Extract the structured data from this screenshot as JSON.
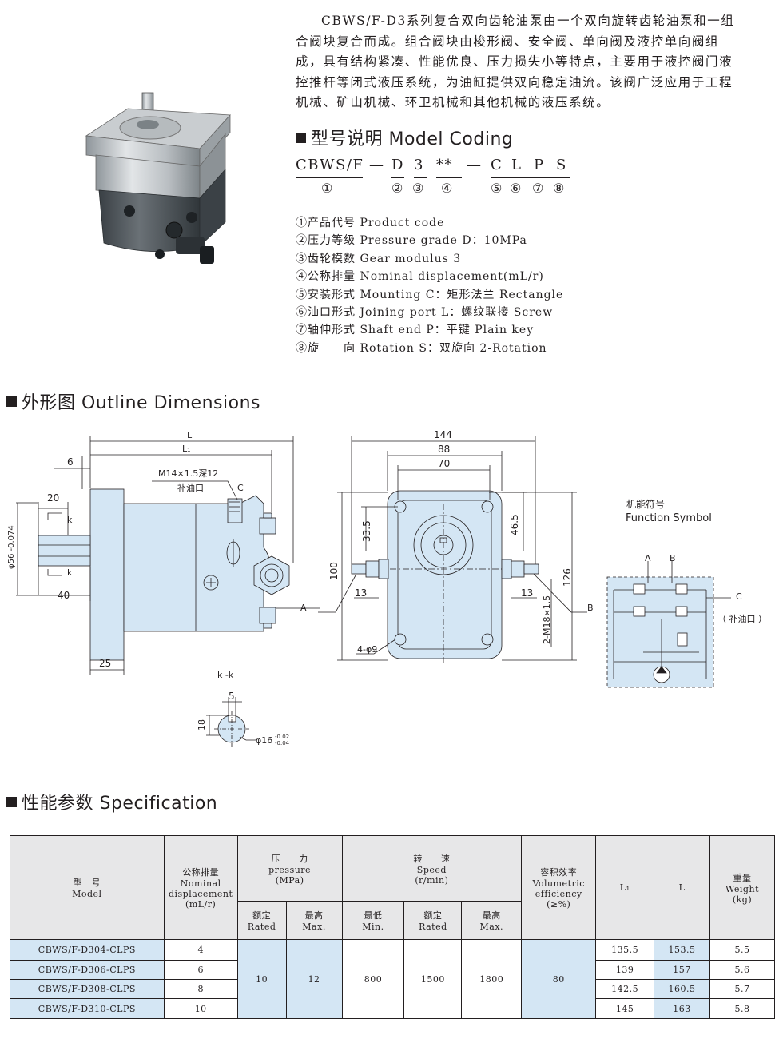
{
  "intro": {
    "lines": [
      "CBWS/F-D3系列复合双向齿轮油泵由一个双向旋转齿轮油泵和一组",
      "合阀块复合而成。组合阀块由梭形阀、安全阀、单向阀及液控单向阀组",
      "成，具有结构紧凑、性能优良、压力损失小等特点，主要用于液控阀门液",
      "控推杆等闭式液压系统，为油缸提供双向稳定油流。该阀广泛应用于工程",
      "机械、矿山机械、环卫机械和其他机械的液压系统。"
    ]
  },
  "model_coding": {
    "heading": "型号说明 Model Coding",
    "tokens": [
      "CBWS/F",
      "—",
      "D",
      "3",
      "**",
      "—",
      "C",
      "L",
      "P",
      "S"
    ],
    "numbers": [
      "①",
      "②",
      "③",
      "④",
      "⑤",
      "⑥",
      "⑦",
      "⑧"
    ],
    "legend": [
      "①产品代号 Product code",
      "②压力等级 Pressure grade D：10MPa",
      "③齿轮模数 Gear modulus 3",
      "④公称排量 Nominal displacement(mL/r)",
      "⑤安装形式 Mounting C：矩形法兰 Rectangle",
      "⑥油口形式 Joining port L：螺纹联接 Screw",
      "⑦轴伸形式 Shaft end P：平键 Plain key",
      "⑧旋　　向 Rotation S：双旋向 2-Rotation"
    ]
  },
  "outline": {
    "heading": "外形图 Outline  Dimensions",
    "side_labels": {
      "L": "L",
      "L1": "L₁",
      "d6": "6",
      "d20": "20",
      "d40": "40",
      "d25": "25",
      "k_top": "k",
      "k_bottom": "k",
      "shaft_dia": "φ56 -0.074",
      "port": "M14×1.5深12",
      "port_cn": "补油口",
      "c": "C",
      "a": "A"
    },
    "front_labels": {
      "d144": "144",
      "d88": "88",
      "d70": "70",
      "d33_5": "33.5",
      "d46_5": "46.5",
      "d100": "100",
      "d126": "126",
      "d13_left": "13",
      "d13_right": "13",
      "holes": "4-φ9",
      "thread": "2-M18×1.5",
      "b": "B"
    },
    "section": {
      "title": "k -k",
      "d5": "5",
      "d18": "18",
      "dia": "φ16",
      "tol_up": "-0.02",
      "tol_low": "-0.04"
    },
    "symbol": {
      "title_cn": "机能符号",
      "title_en": "Function Symbol",
      "a": "A",
      "b": "B",
      "c": "C",
      "c_note": "（ 补油口 ）"
    }
  },
  "spec": {
    "heading": "性能参数 Specification",
    "headers": {
      "model_cn": "型　号",
      "model_en": "Model",
      "disp_cn": "公称排量",
      "disp_en1": "Nominal",
      "disp_en2": "displacement",
      "disp_unit": "(mL/r)",
      "pressure_cn": "压　　力",
      "pressure_en": "pressure",
      "pressure_unit": "(MPa)",
      "speed_cn": "转　　速",
      "speed_en": "Speed",
      "speed_unit": "(r/min)",
      "eff_cn": "容积效率",
      "eff_en1": "Volumetric",
      "eff_en2": "efficiency",
      "eff_unit": "(≥%)",
      "l1": "L₁",
      "l": "L",
      "weight_cn": "重量",
      "weight_en": "Weight",
      "weight_unit": "(kg)",
      "rated_cn": "额定",
      "rated_en": "Rated",
      "max_cn": "最高",
      "max_en": "Max.",
      "min_cn": "最低",
      "min_en": "Min."
    },
    "rows": [
      {
        "model": "CBWS/F-D304-CLPS",
        "disp": "4",
        "l1": "135.5",
        "l": "153.5",
        "weight": "5.5"
      },
      {
        "model": "CBWS/F-D306-CLPS",
        "disp": "6",
        "l1": "139",
        "l": "157",
        "weight": "5.6"
      },
      {
        "model": "CBWS/F-D308-CLPS",
        "disp": "8",
        "l1": "142.5",
        "l": "160.5",
        "weight": "5.7"
      },
      {
        "model": "CBWS/F-D310-CLPS",
        "disp": "10",
        "l1": "145",
        "l": "163",
        "weight": "5.8"
      }
    ],
    "shared": {
      "p_rated": "10",
      "p_max": "12",
      "s_min": "800",
      "s_rated": "1500",
      "s_max": "1800",
      "eff": "80"
    }
  },
  "colors": {
    "drawing_fill": "#d4e6f4",
    "header_fill": "#e7e7e8",
    "ink": "#231f20"
  }
}
